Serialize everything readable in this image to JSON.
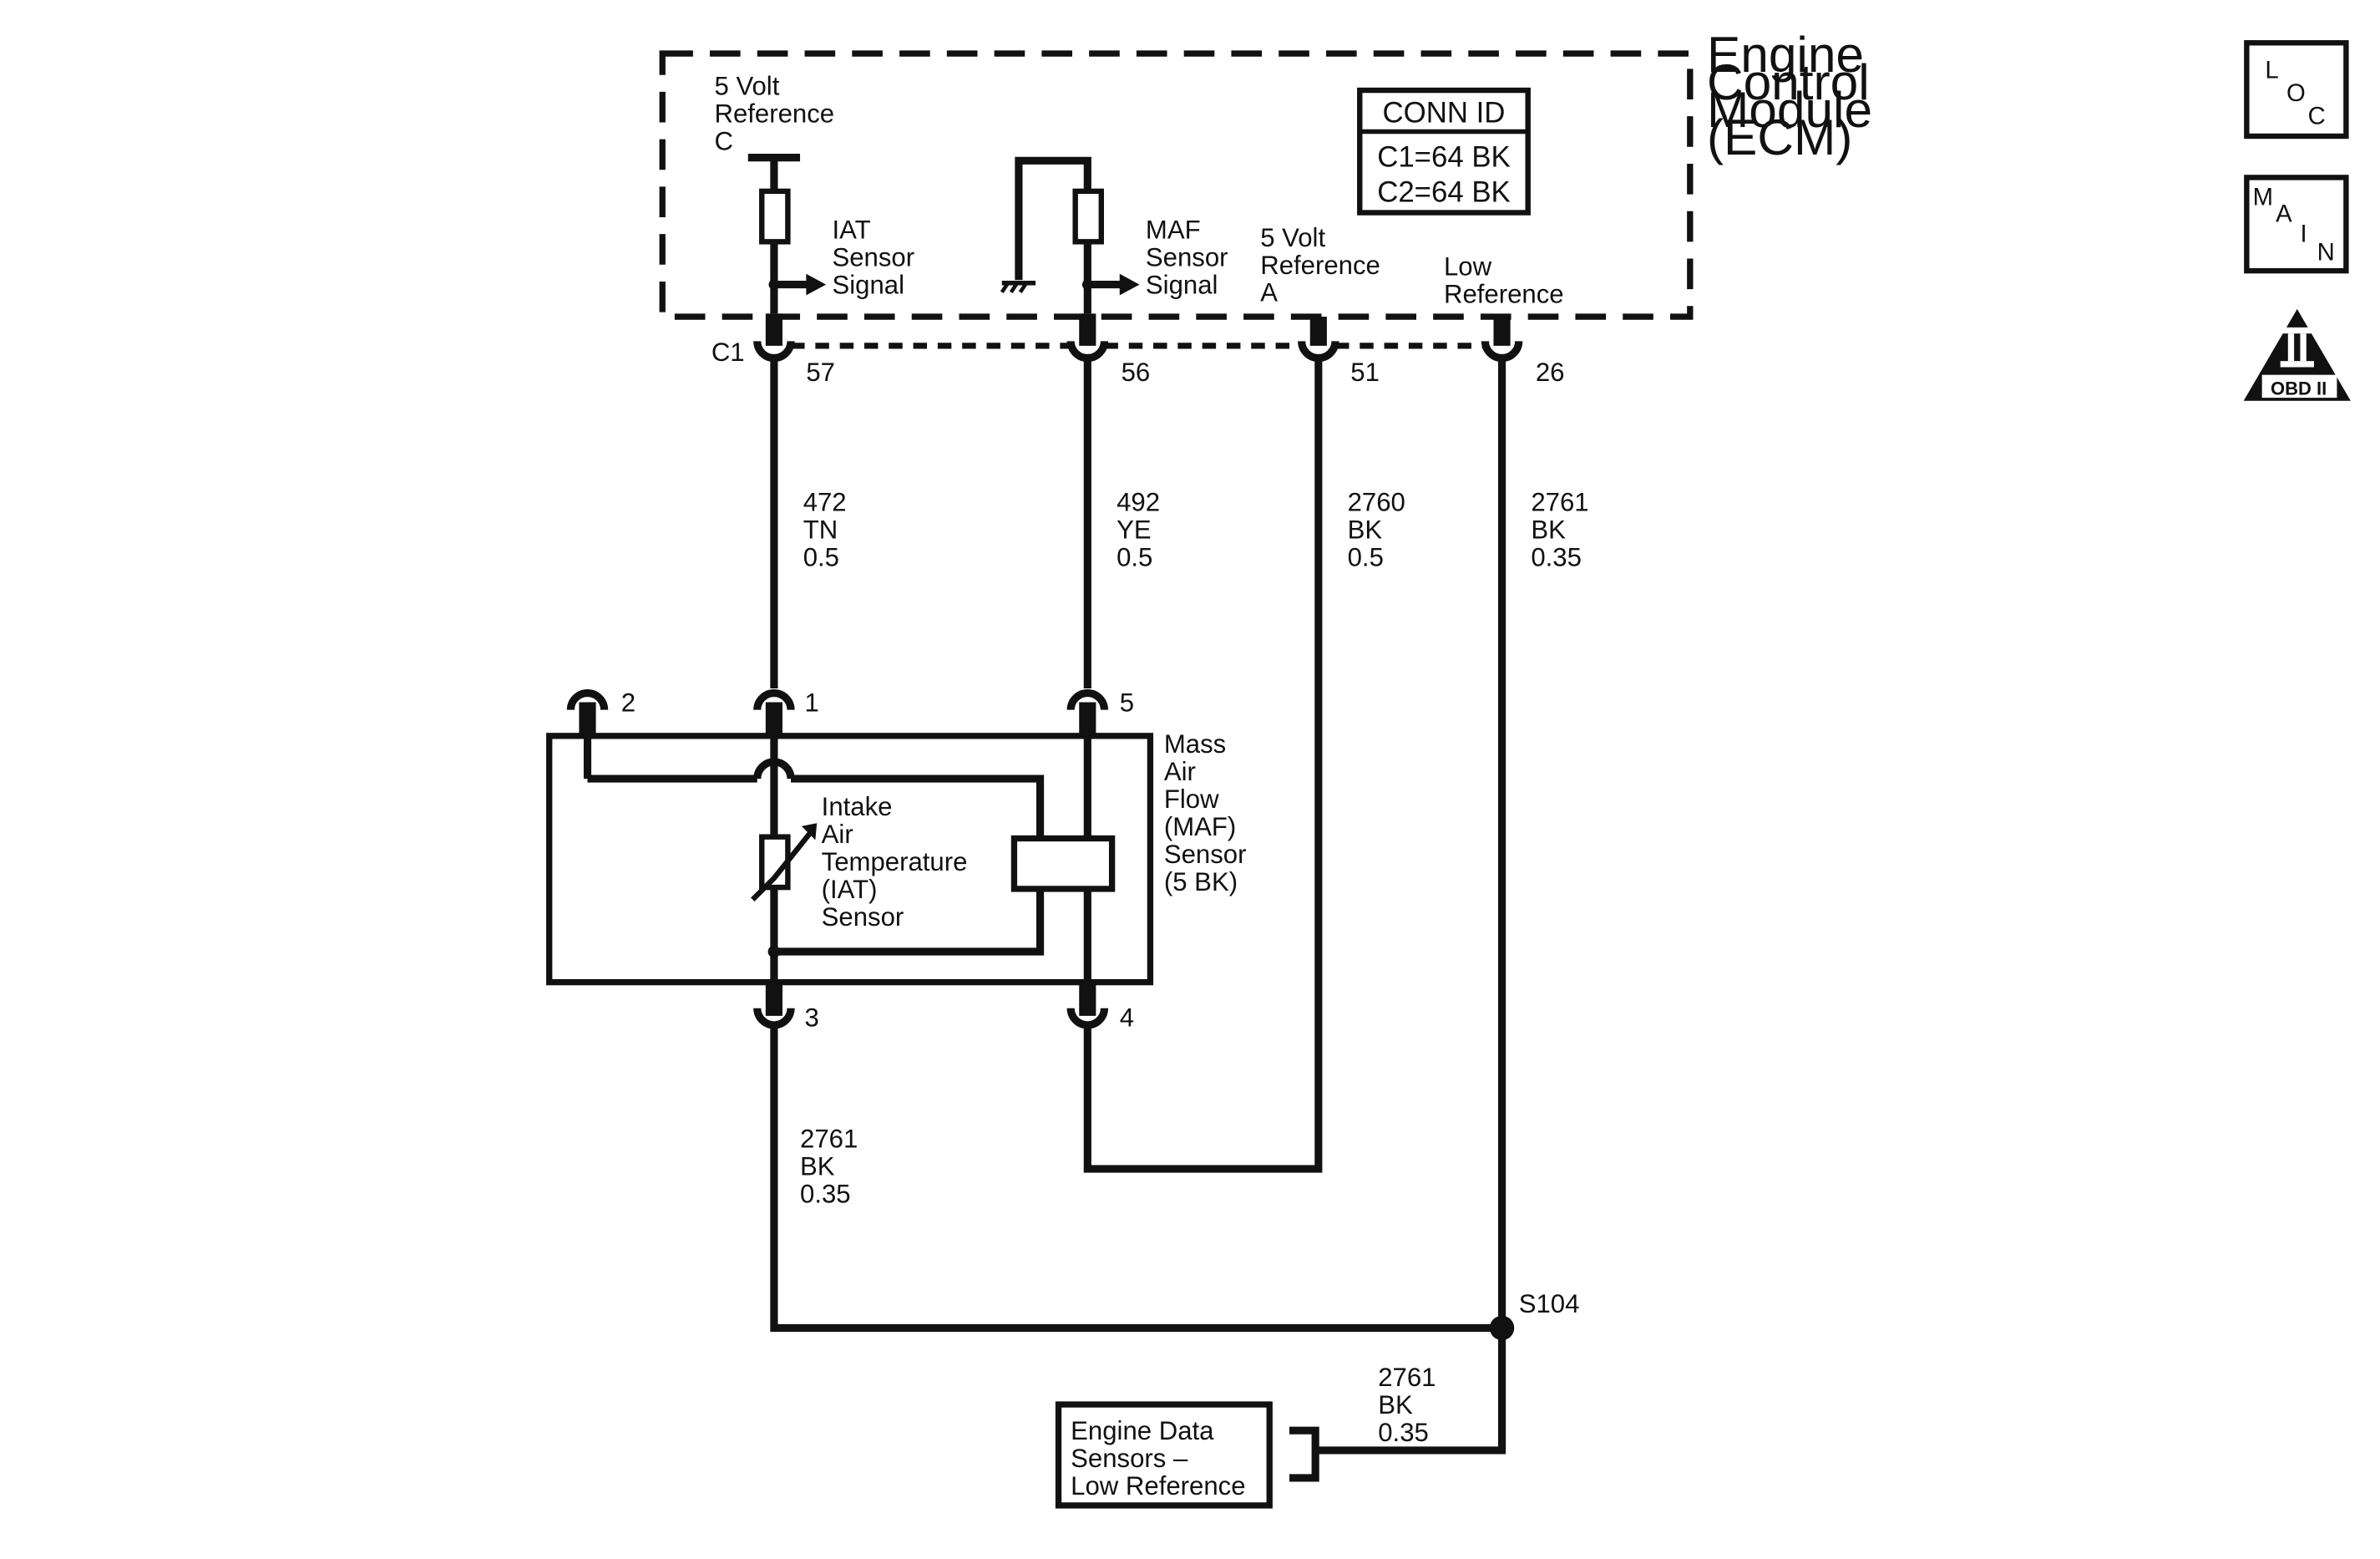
{
  "ecm": {
    "name_lines": [
      "Engine",
      "Control",
      "Module",
      "(ECM)"
    ],
    "conn_id_title": "CONN ID",
    "conn_id_rows": [
      "C1=64 BK",
      "C2=64 BK"
    ],
    "connector": "C1",
    "ref_label_lines": [
      "5 Volt",
      "Reference",
      "C"
    ],
    "iat_signal_lines": [
      "IAT",
      "Sensor",
      "Signal"
    ],
    "maf_signal_lines": [
      "MAF",
      "Sensor",
      "Signal"
    ],
    "ref_a_lines": [
      "5 Volt",
      "Reference",
      "A"
    ],
    "low_ref_lines": [
      "Low",
      "Reference"
    ],
    "pins": [
      "57",
      "56",
      "51",
      "26"
    ]
  },
  "wires": [
    {
      "circuit": "472",
      "color": "TN",
      "gauge": "0.5"
    },
    {
      "circuit": "492",
      "color": "YE",
      "gauge": "0.5"
    },
    {
      "circuit": "2760",
      "color": "BK",
      "gauge": "0.5"
    },
    {
      "circuit": "2761",
      "color": "BK",
      "gauge": "0.35"
    },
    {
      "circuit": "2761",
      "color": "BK",
      "gauge": "0.35"
    },
    {
      "circuit": "2761",
      "color": "BK",
      "gauge": "0.35"
    }
  ],
  "maf_sensor": {
    "name_lines": [
      "Mass",
      "Air",
      "Flow",
      "(MAF)",
      "Sensor",
      "(5 BK)"
    ],
    "iat_lines": [
      "Intake",
      "Air",
      "Temperature",
      "(IAT)",
      "Sensor"
    ],
    "pins": [
      "2",
      "1",
      "5",
      "3",
      "4"
    ]
  },
  "splice": "S104",
  "destination_lines": [
    "Engine Data",
    "Sensors –",
    "Low Reference"
  ],
  "icons": {
    "loc": [
      "L",
      "O",
      "C"
    ],
    "main": [
      "M",
      "A",
      "I",
      "N"
    ],
    "obd_mark": "II",
    "obd_text": "OBD II"
  }
}
